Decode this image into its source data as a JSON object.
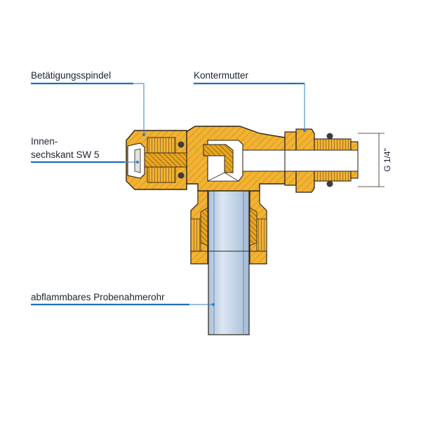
{
  "labels": {
    "spindle": "Betätigungsspindel",
    "locknut": "Kontermutter",
    "hex_line1": "Innen-",
    "hex_line2": "sechskant SW 5",
    "tube": "abflammbares Probenahmerohr",
    "thread": "G 1/4\""
  },
  "colors": {
    "brass": "#f2b233",
    "brass_dark": "#c98d12",
    "outline": "#2e2418",
    "pipe": "#b8cde3",
    "pipe_light": "#dbe7f3",
    "leader": "#2f7fc1",
    "underline": "#1f6fb8",
    "gasket": "#3c3c3c"
  }
}
